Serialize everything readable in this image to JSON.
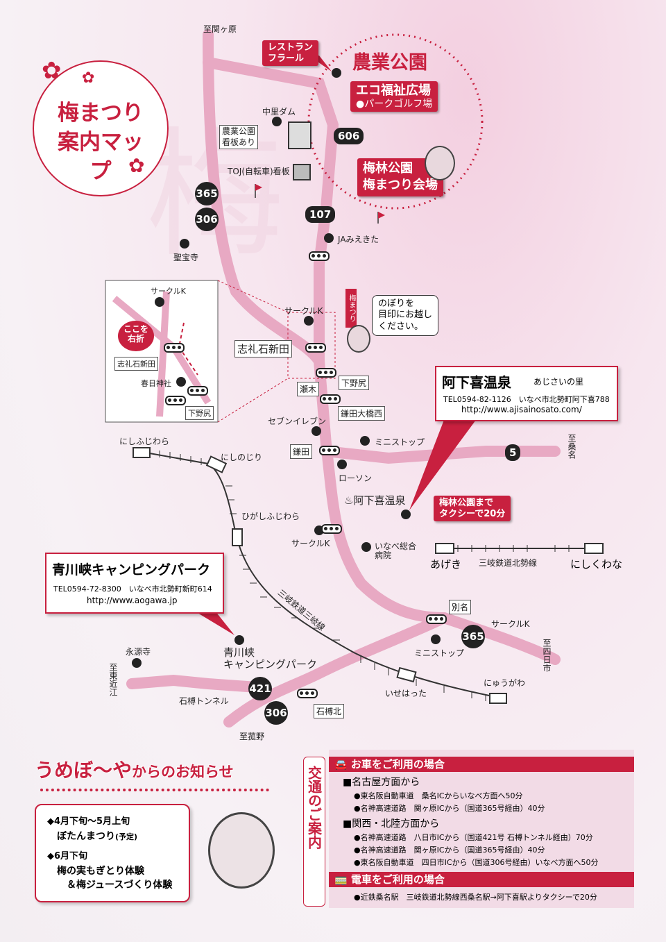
{
  "title": {
    "line1": "梅まつり",
    "line2": "案内マップ"
  },
  "directions": {
    "sekigahara": "至関ヶ原",
    "kuwana": "至桑名",
    "yokkaichi": "至四日市",
    "higashiomi": "至東近江",
    "komono": "至菰野"
  },
  "highways": [
    "365",
    "306",
    "107",
    "606",
    "5",
    "365",
    "421",
    "306"
  ],
  "places": {
    "restaurant": "レストラン\nフラール",
    "nogyo_koen": "農業公園",
    "eco_hiroba": "エコ福祉広場",
    "park_golf": "●パークゴルフ場",
    "bairin_koen": "梅林公園\n梅まつり会場",
    "nakazato_dam": "中里ダム",
    "nogyo_sign": "農業公園\n看板あり",
    "toj_sign": "TOJ(自転車)看板",
    "hoshoji": "聖宝寺",
    "ja": "JAみえきた",
    "circle_k1": "サークルK",
    "shiraishi": "志礼石新田",
    "shimonojiri": "下野尻",
    "seno": "瀬木",
    "kamata_ohashi": "鎌田大橋西",
    "seven": "セブンイレブン",
    "kamata": "鎌田",
    "ministop1": "ミニストップ",
    "lawson": "ローソン",
    "akeki_onsen_lbl": "阿下喜温泉",
    "circle_k2": "サークルK",
    "inabe_hospital": "いなべ総合\n病院",
    "betsumyo": "別名",
    "circle_k3": "サークルK",
    "ministop2": "ミニストップ",
    "eigenji": "永源寺",
    "ishigure_tunnel": "石榑トンネル",
    "ishigure_kita": "石榑北",
    "aogawa_lbl": "青川峡\nキャンピングパーク",
    "nishifujiwara": "にしふじわら",
    "nishinojiri": "にしのじり",
    "higashifujiwara": "ひがしふじわら",
    "isehatta": "いせはった",
    "nyugawa": "にゅうがわ",
    "akeki": "あげき",
    "nishikuwana": "にしくわな",
    "sangi_line": "三岐鉄道北勢線",
    "sangi_sangi": "三岐鉄道三岐線"
  },
  "nobori": {
    "flag": "梅まつり",
    "text": "のぼりを\n目印にお越し\nください。"
  },
  "inset": {
    "circle_k": "サークルK",
    "turn": "ここを\n右折",
    "shiraishi": "志礼石新田",
    "kasuga": "春日神社",
    "shimonojiri": "下野尻",
    "sarukuk": "サークルK"
  },
  "akeki_onsen": {
    "name": "阿下喜温泉",
    "sub": "あじさいの里",
    "tel": "TEL0594-82-1126　いなべ市北勢町阿下喜788",
    "url": "http://www.ajisainosato.com/"
  },
  "taxi": "梅林公園まで\nタクシーで20分",
  "aogawa": {
    "name": "青川峡キャンピングパーク",
    "tel": "TEL0594-72-8300　いなべ市北勢町新町614",
    "url": "http://www.aogawa.jp"
  },
  "umebo": {
    "heading": "うめぼ〜や",
    "heading_suffix": "からのお知らせ",
    "item1_date": "◆4月下旬〜5月上旬",
    "item1_text": "ぼたんまつり",
    "item1_note": "(予定)",
    "item2_date": "◆6月下旬",
    "item2_text1": "梅の実もぎとり体験",
    "item2_text2": "＆梅ジュースづくり体験"
  },
  "access": {
    "vertical_title": "交通のご案内",
    "car_header": "お車をご利用の場合",
    "nagoya_header": "■名古屋方面から",
    "nagoya_lines": [
      "●東名阪自動車道　桑名ICからいなべ方面へ50分",
      "●名神高速道路　関ヶ原ICから（国道365号経由）40分"
    ],
    "kansai_header": "■関西・北陸方面から",
    "kansai_lines": [
      "●名神高速道路　八日市ICから（国道421号 石榑トンネル経由）70分",
      "●名神高速道路　関ヶ原ICから（国道365号経由）40分",
      "●東名阪自動車道　四日市ICから（国道306号経由）いなべ方面へ50分"
    ],
    "train_header": "電車をご利用の場合",
    "train_lines": [
      "●近鉄桑名駅　三岐鉄道北勢線西桑名駅→阿下喜駅よりタクシーで20分"
    ]
  }
}
